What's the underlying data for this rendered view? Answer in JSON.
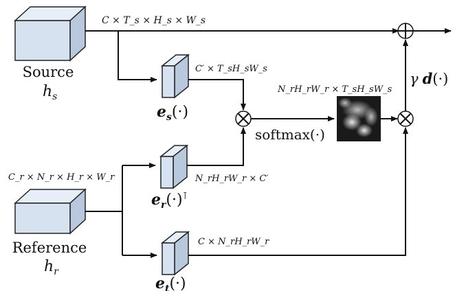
{
  "source": {
    "label": "Source",
    "symbol": "h",
    "subscript": "s",
    "dims": "C × T_s × H_s × W_s"
  },
  "reference": {
    "label": "Reference",
    "symbol": "h",
    "subscript": "r",
    "dims": "C_r × N_r × H_r × W_r"
  },
  "blocks": {
    "e_s": {
      "name": "e",
      "subscript": "s",
      "arg": "(·)",
      "out_dims": "C′ × T_sH_sW_s"
    },
    "e_r": {
      "name": "e",
      "subscript": "r",
      "arg": "(·)",
      "sup": "⊺",
      "out_dims": "N_rH_rW_r × C′"
    },
    "e_t": {
      "name": "e",
      "subscript": "t",
      "arg": "(·)",
      "out_dims": "C × N_rH_rW_r"
    }
  },
  "ops": {
    "softmax_label": "softmax(·)",
    "attn_dims": "N_rH_rW_r × T_sH_sW_s",
    "gamma_label": "γ",
    "d_label": "d",
    "d_arg": "(·)",
    "times_symbol": "⊗",
    "plus_symbol": "⊕"
  },
  "colors": {
    "box_front": "#d6e2f0",
    "box_top": "#e7eef7",
    "box_side": "#b8c9dd",
    "line": "#111111"
  }
}
